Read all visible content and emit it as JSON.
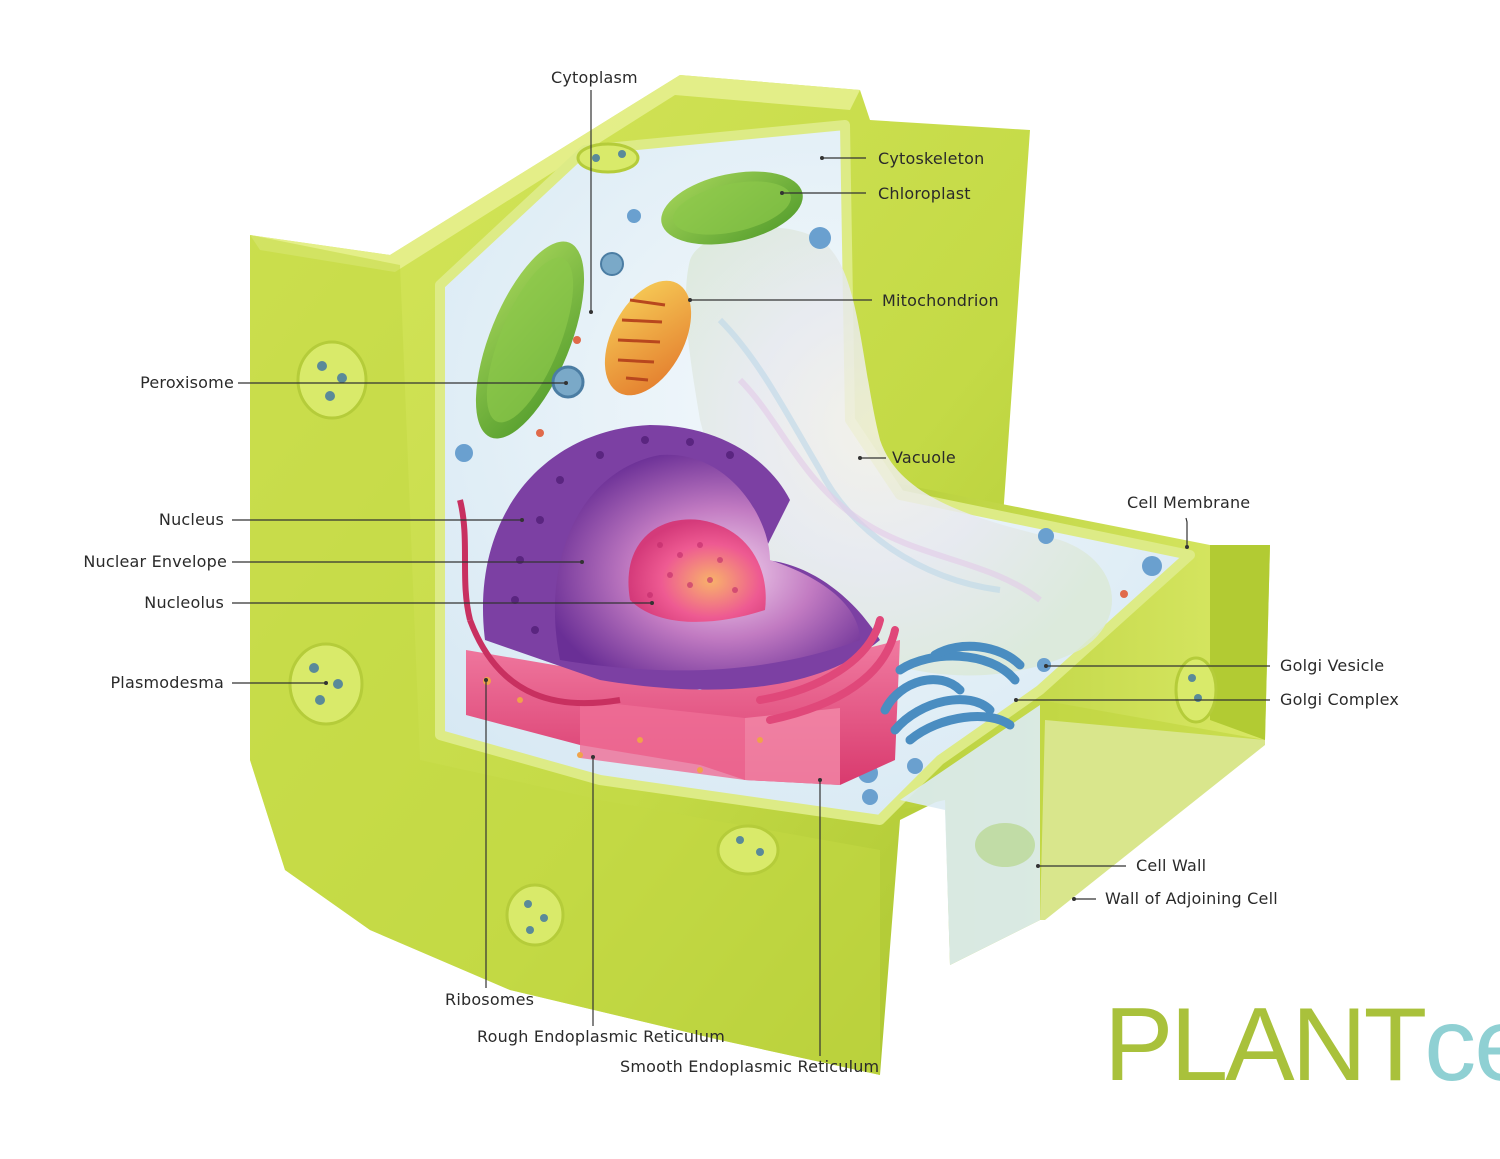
{
  "colors": {
    "wall": "#c9dd4c",
    "wall_dark": "#a9c234",
    "wall_light": "#e2ee8a",
    "cytoplasm": "#e7f1f8",
    "nucleus": "#7b3fa0",
    "er": "#e8547f",
    "golgi": "#4f93c5",
    "chloroplast": "#7fbf3a",
    "mitochondrion": "#f2a33a",
    "brand_plant": "#a9c13b",
    "brand_cell": "#8fd0d3",
    "leader": "#333333"
  },
  "labels": {
    "cytoplasm": "Cytoplasm",
    "cytoskeleton": "Cytoskeleton",
    "chloroplast": "Chloroplast",
    "mitochondrion": "Mitochondrion",
    "peroxisome": "Peroxisome",
    "vacuole": "Vacuole",
    "cell_membrane": "Cell Membrane",
    "nucleus": "Nucleus",
    "nuclear_envelope": "Nuclear Envelope",
    "nucleolus": "Nucleolus",
    "plasmodesma": "Plasmodesma",
    "golgi_vesicle": "Golgi Vesicle",
    "golgi_complex": "Golgi Complex",
    "cell_wall": "Cell Wall",
    "wall_of_adjoining_cell": "Wall of Adjoining Cell",
    "ribosomes": "Ribosomes",
    "rough_er": "Rough Endoplasmic Reticulum",
    "smooth_er": "Smooth Endoplasmic Reticulum"
  },
  "brand": {
    "part1": "PLANT",
    "part2": "cell"
  }
}
